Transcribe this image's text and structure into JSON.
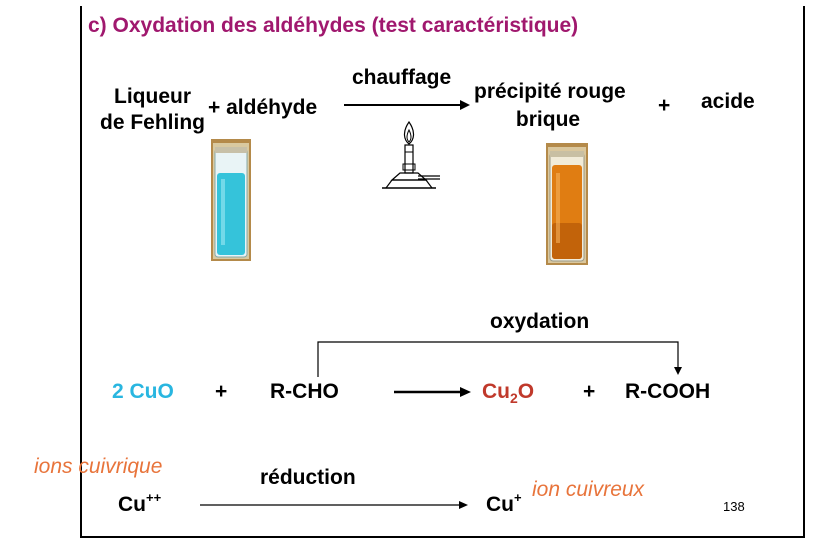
{
  "section_title": "c) Oxydation des aldéhydes (test caractéristique)",
  "reaction_top": {
    "reagent_line1": "Liqueur",
    "reagent_line2": "de Fehling",
    "plus_aldehyde": "+ aldéhyde",
    "condition": "chauffage",
    "product_line1": "précipité rouge",
    "product_line2": "brique",
    "plus": "+",
    "acid": "acide"
  },
  "equation": {
    "cuo": "2 CuO",
    "plus1": "+",
    "rcho": "R-CHO",
    "cu2o_base": "Cu",
    "cu2o_sub": "2",
    "cu2o_end": "O",
    "plus2": "+",
    "rcooh": "R-COOH",
    "oxidation_label": "oxydation",
    "colors": {
      "cuo": "#29b6e0",
      "cu2o": "#c0392b"
    }
  },
  "reduction": {
    "ions_cuivrique": "ions cuivrique",
    "cu_pp_base": "Cu",
    "cu_pp_sup": "++",
    "label": "réduction",
    "cu_p_base": "Cu",
    "cu_p_sup": "+",
    "ion_cuivreux": "ion cuivreux",
    "colors": {
      "ion_labels": "#e8743b"
    }
  },
  "page_number": "138",
  "icons": [
    "test-tube-blue-icon",
    "bunsen-burner-icon",
    "test-tube-orange-icon"
  ]
}
